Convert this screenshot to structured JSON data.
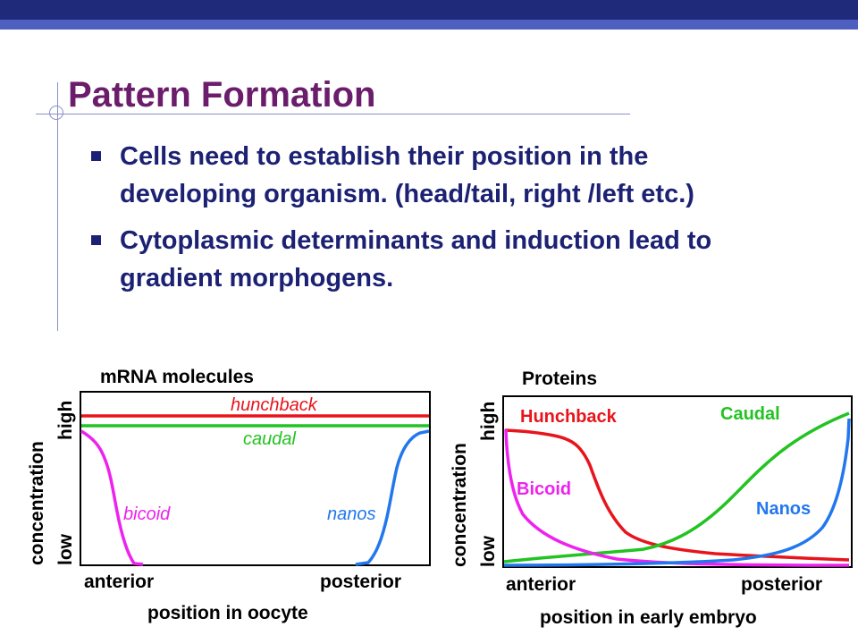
{
  "slide": {
    "title": "Pattern Formation",
    "bullets": [
      "Cells need to establish their position in the developing organism. (head/tail, right /left etc.)",
      "Cytoplasmic determinants and induction lead to gradient morphogens."
    ]
  },
  "left_chart": {
    "heading": "mRNA molecules",
    "ylabel": "concentration",
    "y_high": "high",
    "y_low": "low",
    "x_left": "anterior",
    "x_right": "posterior",
    "xlabel": "position in oocyte",
    "labels": {
      "hunchback": "hunchback",
      "caudal": "caudal",
      "bicoid": "bicoid",
      "nanos": "nanos"
    }
  },
  "right_chart": {
    "heading": "Proteins",
    "ylabel": "concentration",
    "y_high": "high",
    "y_low": "low",
    "x_left": "anterior",
    "x_right": "posterior",
    "xlabel": "position in early embryo",
    "labels": {
      "hunchback": "Hunchback",
      "caudal": "Caudal",
      "bicoid": "Bicoid",
      "nanos": "Nanos"
    }
  },
  "colors": {
    "hunchback": "#e8141c",
    "caudal": "#22c322",
    "bicoid": "#ee22ee",
    "nanos": "#2277ee",
    "title": "#6b1d6b",
    "text": "#1c2173"
  }
}
